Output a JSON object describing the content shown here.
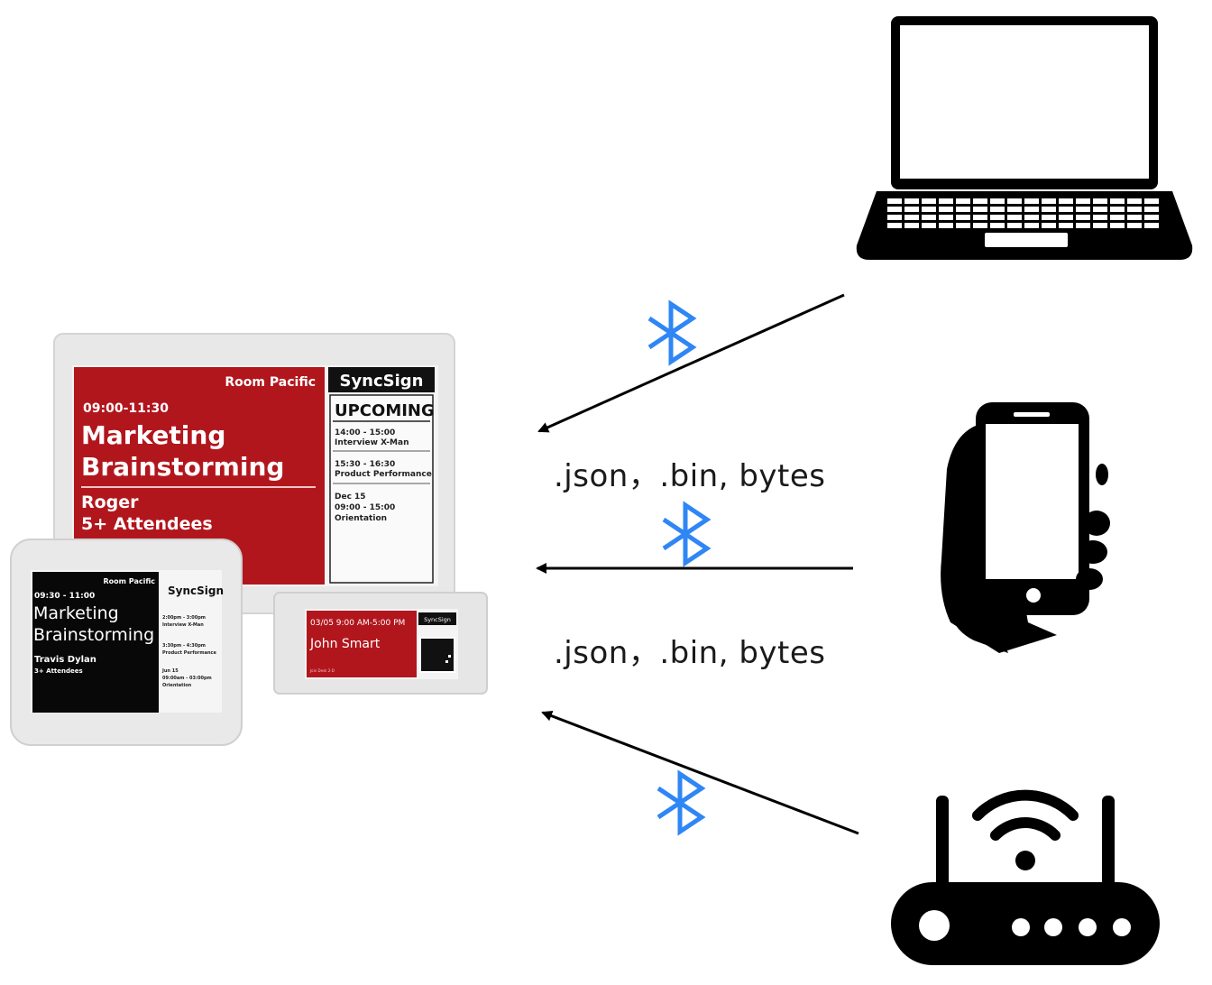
{
  "colors": {
    "bluetooth": "#2f86f5",
    "arrow": "#000000",
    "display_red": "#b2161d",
    "device_frame": "#e6e6e6"
  },
  "labels": {
    "upper": ".json，.bin, bytes",
    "lower": ".json，.bin, bytes"
  },
  "large_display": {
    "room": "Room Pacific",
    "brand": "SyncSign",
    "time": "09:00-11:30",
    "title_line1": "Marketing",
    "title_line2": "Brainstorming",
    "host": "Roger",
    "attendees": "5+ Attendees",
    "upcoming_header": "UPCOMING",
    "upcoming": [
      {
        "line1": "14:00 - 15:00",
        "line2": "Interview X-Man"
      },
      {
        "line1": "15:30 - 16:30",
        "line2": "Product Performance"
      },
      {
        "line1": "Dec 15",
        "line2": "09:00 - 15:00",
        "line3": "Orientation"
      }
    ]
  },
  "medium_display": {
    "room": "Room Pacific",
    "brand": "SyncSign",
    "time": "09:30 - 11:00",
    "title_line1": "Marketing",
    "title_line2": "Brainstorming",
    "host": "Travis Dylan",
    "attendees": "3+ Attendees",
    "side": [
      {
        "line1": "2:00pm - 3:00pm",
        "line2": "Interview X-Man"
      },
      {
        "line1": "3:30pm - 4:30pm",
        "line2": "Product Performance"
      },
      {
        "line1": "Jun 15",
        "line2": "09:00am - 03:00pm",
        "line3": "Orientation"
      }
    ]
  },
  "small_display": {
    "date_time": "03/05 9:00 AM-5:00 PM",
    "brand": "SyncSign",
    "name": "John Smart",
    "footer": "Join Desk 2-D"
  },
  "icons": [
    "laptop-icon",
    "smartphone-hand-icon",
    "router-wifi-icon",
    "bluetooth-icon"
  ]
}
